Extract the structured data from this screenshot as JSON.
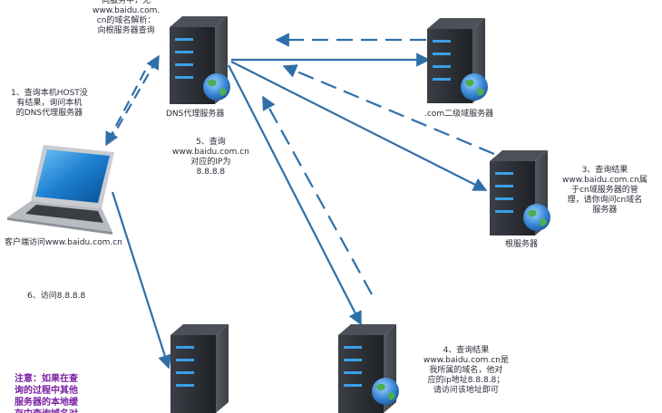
{
  "nodes": {
    "dns_proxy": {
      "name": "DNS代理服务器",
      "icon": "server-globe-icon"
    },
    "com_second_level": {
      "name": ".com二级域服务器",
      "icon": "server-globe-icon"
    },
    "root": {
      "name": "根服务器",
      "icon": "server-globe-icon"
    },
    "cn_server": {
      "name": "",
      "icon": "server-globe-icon"
    },
    "target_server": {
      "name": "",
      "icon": "server-icon"
    },
    "client": {
      "name": "客户端访问www.baidu.com.cn",
      "icon": "laptop-icon"
    }
  },
  "steps": {
    "step2": "向服务中，无\nwww.baidu.com.\ncn的域名解析：\n向根服务器查询",
    "step1": "1、查询本机HOST没\n有结果，询问本机\n的DNS代理服务器",
    "step5": "5、查询\nwww.baidu.com.cn\n对应的IP为\n8.8.8.8",
    "step3": "3、查询结果\nwww.baidu.com.cn属\n于cn域服务器的管\n理，请你询问cn域名\n服务器",
    "step4": "4、查询结果\nwww.baidu.com.cn是\n我所属的域名，他对\n应的ip地址8.8.8.8；\n请访问该地址即可",
    "step6": "6、访问8.8.8.8"
  },
  "note": "注意：如果在查\n询的过程中其他\n服务器的本地缓\n存中查询域名对",
  "colors": {
    "arrow": "#2f6fa8",
    "server_body": "#2a2d33",
    "server_led": "#3aa0e6",
    "globe": "#3a88d6",
    "note": "#7a1fa2"
  }
}
